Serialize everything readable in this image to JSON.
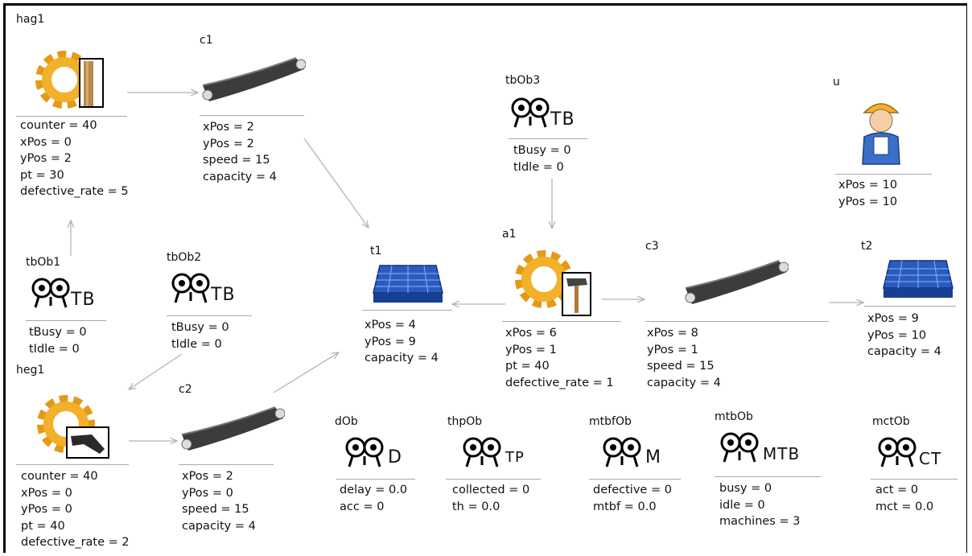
{
  "nodes": {
    "hag1": {
      "name": "hag1",
      "attrs": [
        "counter = 40",
        "xPos = 0",
        "yPos = 2",
        "pt = 30",
        "defective_rate =  5"
      ]
    },
    "c1": {
      "name": "c1",
      "attrs": [
        "xPos = 2",
        "yPos = 2",
        "speed = 15",
        "capacity = 4"
      ]
    },
    "tbOb3": {
      "name": "tbOb3",
      "label": "TB",
      "attrs": [
        "tBusy = 0",
        "tIdle = 0"
      ]
    },
    "u": {
      "name": "u",
      "attrs": [
        "xPos = 10",
        "yPos = 10"
      ]
    },
    "tbOb1": {
      "name": "tbOb1",
      "label": "TB",
      "attrs": [
        "tBusy = 0",
        "tIdle = 0"
      ]
    },
    "tbOb2": {
      "name": "tbOb2",
      "label": "TB",
      "attrs": [
        "tBusy = 0",
        "tIdle = 0"
      ]
    },
    "t1": {
      "name": "t1",
      "attrs": [
        "xPos = 4",
        "yPos = 9",
        "capacity = 4"
      ]
    },
    "a1": {
      "name": "a1",
      "attrs": [
        "xPos = 6",
        "yPos = 1",
        "pt = 40",
        "defective_rate = 1"
      ]
    },
    "c3": {
      "name": "c3",
      "attrs": [
        "xPos = 8",
        "yPos = 1",
        "speed = 15",
        "capacity = 4"
      ]
    },
    "t2": {
      "name": "t2",
      "attrs": [
        "xPos = 9",
        "yPos = 10",
        "capacity = 4"
      ]
    },
    "heg1": {
      "name": "heg1",
      "attrs": [
        "counter = 40",
        "xPos = 0",
        "yPos = 0",
        "pt = 40",
        "defective_rate = 2"
      ]
    },
    "c2": {
      "name": "c2",
      "attrs": [
        "xPos = 2",
        "yPos = 0",
        "speed = 15",
        "capacity = 4"
      ]
    },
    "dOb": {
      "name": "dOb",
      "label": "D",
      "attrs": [
        "delay = 0.0",
        "acc = 0"
      ]
    },
    "thpOb": {
      "name": "thpOb",
      "label": "TP",
      "attrs": [
        "collected = 0",
        "th = 0.0"
      ]
    },
    "mtbfOb": {
      "name": "mtbfOb",
      "label": "M",
      "attrs": [
        "defective = 0",
        "mtbf = 0.0"
      ]
    },
    "mtbOb": {
      "name": "mtbOb",
      "label": "MTB",
      "attrs": [
        "busy = 0",
        "idle = 0",
        "machines = 3"
      ]
    },
    "mctOb": {
      "name": "mctOb",
      "label": "CT",
      "attrs": [
        "act = 0",
        "mct = 0.0"
      ]
    }
  },
  "colors": {
    "gear": "#e8a21c",
    "conveyor": "#3c3c3c",
    "tray": "#1f4fa8",
    "arrow": "#b5b5b5"
  }
}
